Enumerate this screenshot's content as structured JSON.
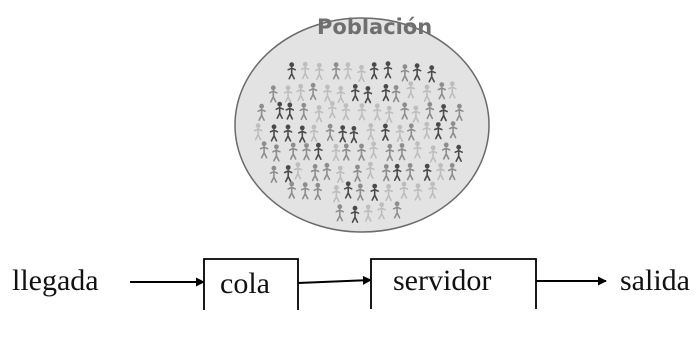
{
  "population": {
    "title": "Población",
    "icon": "person-icon",
    "colors": {
      "ellipse_fill": "#e3e3e3",
      "ellipse_stroke": "#6a6a6a",
      "person_light": "#bdbdbd",
      "person_mid": "#8d8d8d",
      "person_dark": "#4a4a4a"
    }
  },
  "queue_flow": {
    "arrival_label": "llegada",
    "queue_label": "cola",
    "server_label": "servidor",
    "exit_label": "salida"
  }
}
